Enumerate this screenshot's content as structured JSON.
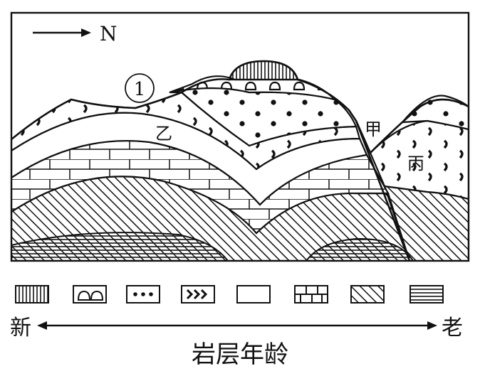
{
  "diagram": {
    "north_label": "N",
    "circled_label": "①",
    "labels": {
      "yi": "乙",
      "jia": "甲",
      "bing": "丙"
    }
  },
  "legend": {
    "newer_label": "新",
    "older_label": "老",
    "axis_caption": "岩层年龄",
    "items": [
      {
        "pattern": "vertical-lines"
      },
      {
        "pattern": "pebbles"
      },
      {
        "pattern": "dots"
      },
      {
        "pattern": "chevrons"
      },
      {
        "pattern": "blank"
      },
      {
        "pattern": "bricks"
      },
      {
        "pattern": "diagonal-hatch"
      },
      {
        "pattern": "horizontal-lines"
      }
    ]
  }
}
